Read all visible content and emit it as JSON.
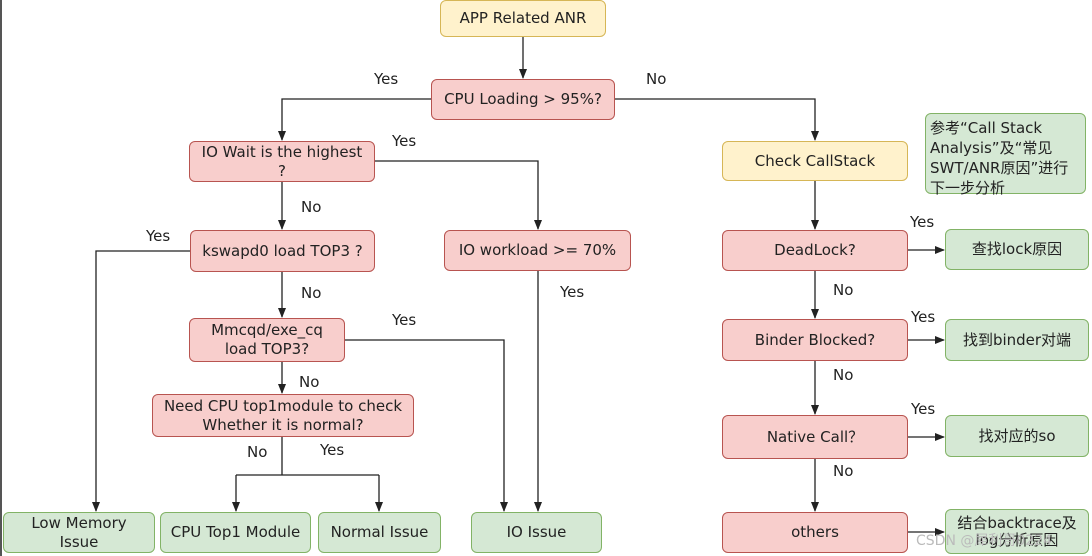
{
  "nodes": {
    "start": "APP Related ANR",
    "cpu_loading": "CPU Loading > 95%?",
    "io_wait": "IO Wait is the highest ?",
    "kswapd": "kswapd0 load TOP3 ?",
    "io_workload": "IO workload >= 70%",
    "mmcqd": "Mmcqd/exe_cq load TOP3?",
    "need_cpu": "Need CPU top1module to check Whether it is normal?",
    "low_memory": "Low Memory Issue",
    "cpu_top1": "CPU Top1 Module",
    "normal_issue": "Normal Issue",
    "io_issue": "IO Issue",
    "check_callstack": "Check CallStack",
    "note": "参考“Call Stack Analysis”及“常见SWT/ANR原因”进行下一步分析",
    "deadlock": "DeadLock?",
    "find_lock": "查找lock原因",
    "binder": "Binder Blocked?",
    "find_binder": "找到binder对端",
    "native": "Native Call？",
    "find_so": "找对应的so",
    "others": "others",
    "combine": "结合backtrace及log分析原因"
  },
  "labels": {
    "yes_cpu": "Yes",
    "no_cpu": "No",
    "yes_iowait": "Yes",
    "no_iowait": "No",
    "yes_kswapd": "Yes",
    "no_kswapd": "No",
    "yes_mmcqd": "Yes",
    "no_mmcqd": "No",
    "no_needcpu": "No",
    "yes_needcpu": "Yes",
    "yes_ioworkload": "Yes",
    "yes_deadlock": "Yes",
    "no_deadlock": "No",
    "yes_binder": "Yes",
    "no_binder": "No",
    "yes_native": "Yes",
    "no_native": "No"
  },
  "watermark": "CSDN @犀利哥0224",
  "colors": {
    "start_fill": "#fff2cc",
    "decision_fill": "#f8cecc",
    "result_fill": "#d5e8d4",
    "line": "#222222"
  }
}
